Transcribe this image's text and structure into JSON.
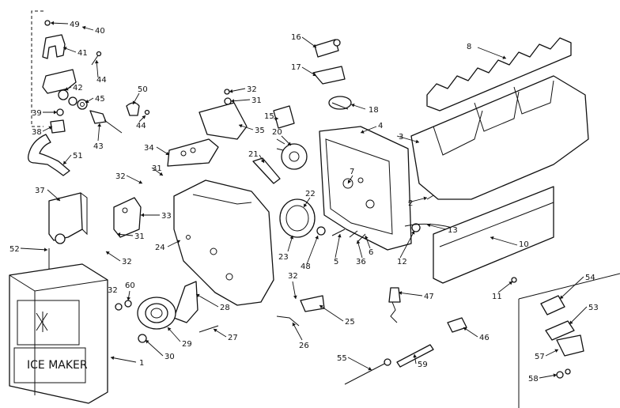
{
  "diagram": {
    "box_text": "ICE MAKER",
    "callouts": [
      {
        "id": "c1",
        "text": "1"
      },
      {
        "id": "c2",
        "text": "2"
      },
      {
        "id": "c3",
        "text": "3"
      },
      {
        "id": "c4",
        "text": "4"
      },
      {
        "id": "c5",
        "text": "5"
      },
      {
        "id": "c6",
        "text": "6"
      },
      {
        "id": "c7",
        "text": "7"
      },
      {
        "id": "c8",
        "text": "8"
      },
      {
        "id": "c10",
        "text": "10"
      },
      {
        "id": "c11",
        "text": "11"
      },
      {
        "id": "c12",
        "text": "12"
      },
      {
        "id": "c13",
        "text": "13"
      },
      {
        "id": "c15",
        "text": "15"
      },
      {
        "id": "c16",
        "text": "16"
      },
      {
        "id": "c17",
        "text": "17"
      },
      {
        "id": "c18",
        "text": "18"
      },
      {
        "id": "c20",
        "text": "20"
      },
      {
        "id": "c21",
        "text": "21"
      },
      {
        "id": "c22",
        "text": "22"
      },
      {
        "id": "c23",
        "text": "23"
      },
      {
        "id": "c24",
        "text": "24"
      },
      {
        "id": "c25",
        "text": "25"
      },
      {
        "id": "c26",
        "text": "26"
      },
      {
        "id": "c27",
        "text": "27"
      },
      {
        "id": "c28",
        "text": "28"
      },
      {
        "id": "c29",
        "text": "29"
      },
      {
        "id": "c30",
        "text": "30"
      },
      {
        "id": "c31a",
        "text": "31"
      },
      {
        "id": "c31b",
        "text": "31"
      },
      {
        "id": "c31c",
        "text": "31"
      },
      {
        "id": "c32a",
        "text": "32"
      },
      {
        "id": "c32b",
        "text": "32"
      },
      {
        "id": "c32c",
        "text": "32"
      },
      {
        "id": "c32d",
        "text": "32"
      },
      {
        "id": "c32e",
        "text": "32"
      },
      {
        "id": "c33",
        "text": "33"
      },
      {
        "id": "c34",
        "text": "34"
      },
      {
        "id": "c35",
        "text": "35"
      },
      {
        "id": "c36",
        "text": "36"
      },
      {
        "id": "c37",
        "text": "37"
      },
      {
        "id": "c38",
        "text": "38"
      },
      {
        "id": "c39",
        "text": "39"
      },
      {
        "id": "c40",
        "text": "40"
      },
      {
        "id": "c41",
        "text": "41"
      },
      {
        "id": "c42",
        "text": "42"
      },
      {
        "id": "c43",
        "text": "43"
      },
      {
        "id": "c44a",
        "text": "44"
      },
      {
        "id": "c44b",
        "text": "44"
      },
      {
        "id": "c45",
        "text": "45"
      },
      {
        "id": "c46",
        "text": "46"
      },
      {
        "id": "c47",
        "text": "47"
      },
      {
        "id": "c48",
        "text": "48"
      },
      {
        "id": "c49",
        "text": "49"
      },
      {
        "id": "c50",
        "text": "50"
      },
      {
        "id": "c51",
        "text": "51"
      },
      {
        "id": "c52",
        "text": "52"
      },
      {
        "id": "c53",
        "text": "53"
      },
      {
        "id": "c54",
        "text": "54"
      },
      {
        "id": "c55",
        "text": "55"
      },
      {
        "id": "c57",
        "text": "57"
      },
      {
        "id": "c58",
        "text": "58"
      },
      {
        "id": "c59",
        "text": "59"
      },
      {
        "id": "c60",
        "text": "60"
      }
    ]
  }
}
